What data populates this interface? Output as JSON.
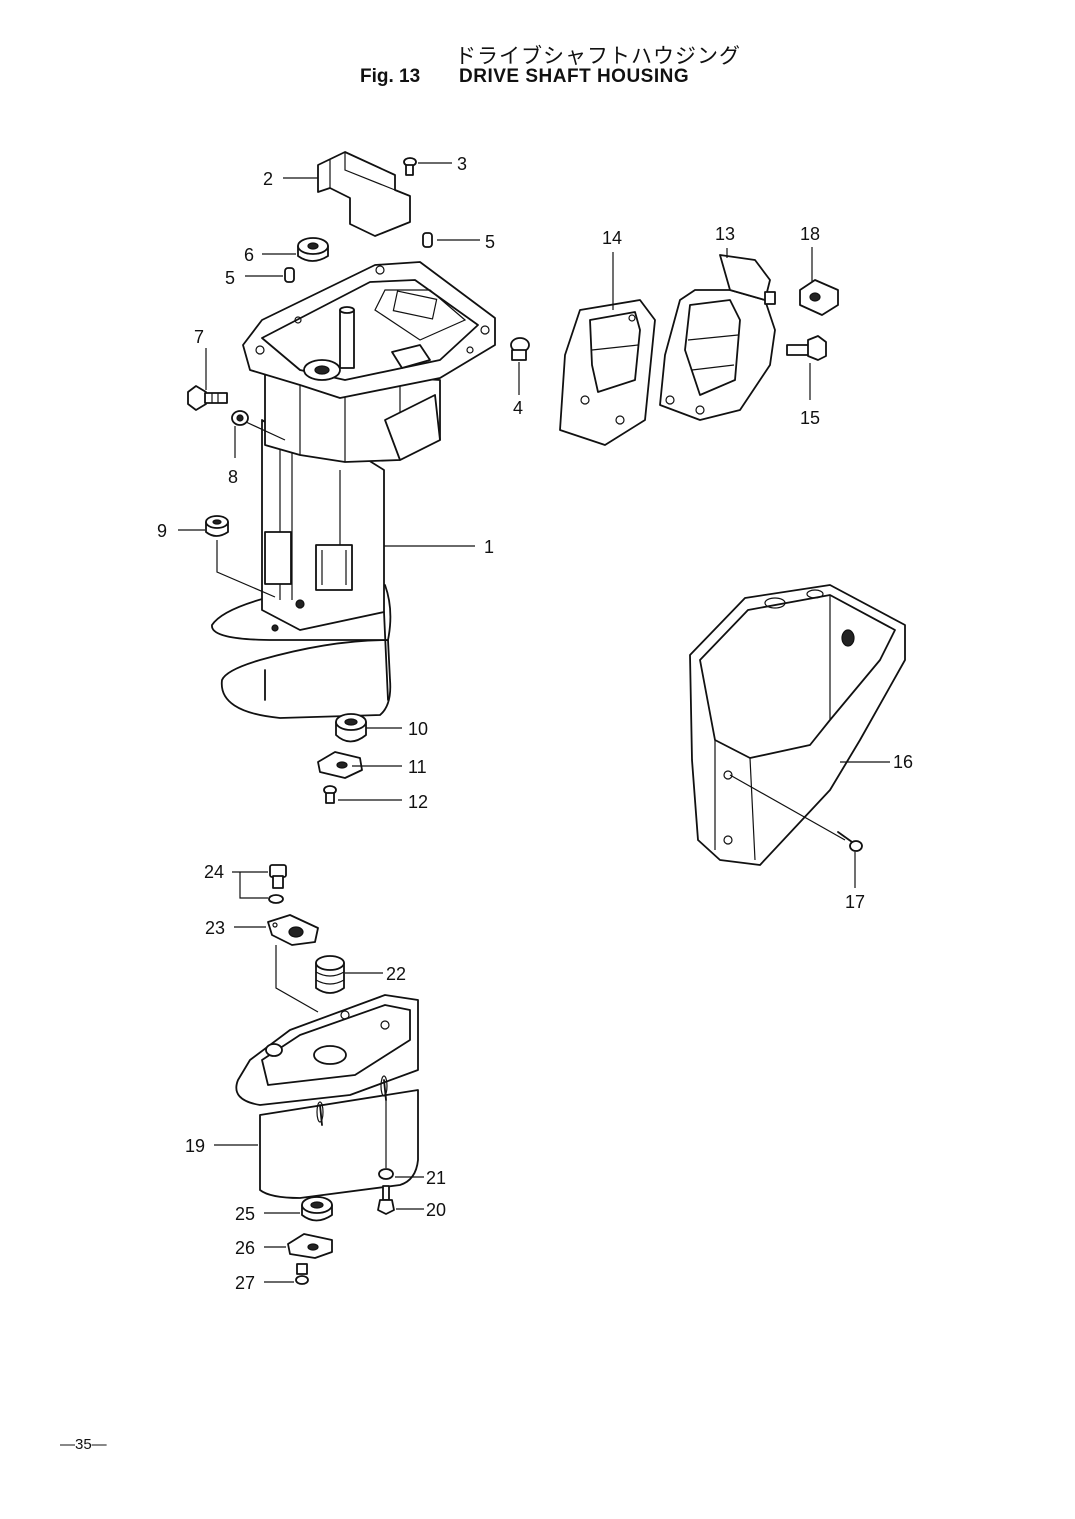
{
  "header": {
    "title_jp": "ドライブシャフトハウジング",
    "fig_number": "Fig. 13",
    "fig_title": "DRIVE SHAFT HOUSING"
  },
  "footer": {
    "page_number": "—35—"
  },
  "callouts": [
    "1",
    "2",
    "3",
    "4",
    "5",
    "5",
    "6",
    "7",
    "8",
    "9",
    "10",
    "11",
    "12",
    "13",
    "14",
    "15",
    "16",
    "17",
    "18",
    "19",
    "20",
    "21",
    "22",
    "23",
    "24",
    "25",
    "26",
    "27"
  ]
}
